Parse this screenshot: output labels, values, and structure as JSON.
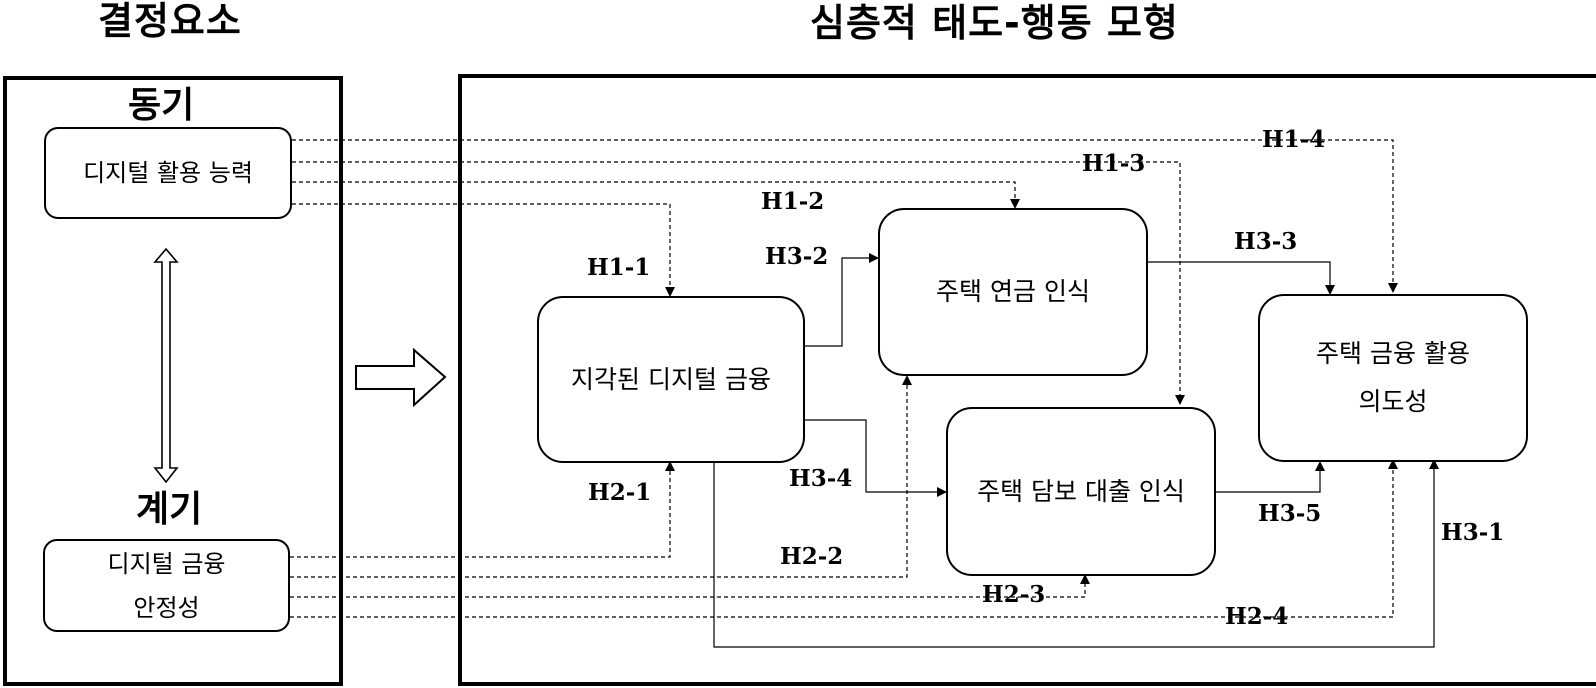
{
  "headings": {
    "left": "결정요소",
    "right": "심층적 태도-행동 모형"
  },
  "left_panel": {
    "motive_label": "동기",
    "trigger_label": "계기",
    "motive_box": "디지털 활용 능력",
    "trigger_box": "디지털 금융\n안정성"
  },
  "model": {
    "perceived": "지각된 디지털 금융",
    "pension": "주택 연금 인식",
    "mortgage": "주택 담보 대출 인식",
    "intention": "주택 금융 활용\n의도성"
  },
  "hypotheses": {
    "h1_1": "H1-1",
    "h1_2": "H1-2",
    "h1_3": "H1-3",
    "h1_4": "H1-4",
    "h2_1": "H2-1",
    "h2_2": "H2-2",
    "h2_3": "H2-3",
    "h2_4": "H2-4",
    "h3_1": "H3-1",
    "h3_2": "H3-2",
    "h3_3": "H3-3",
    "h3_4": "H3-4",
    "h3_5": "H3-5"
  }
}
